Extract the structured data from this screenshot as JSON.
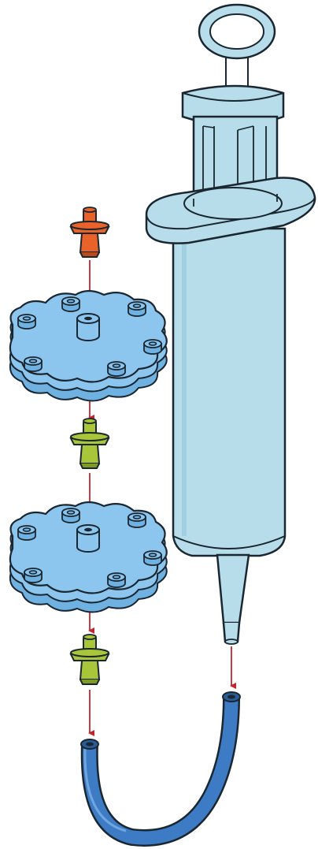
{
  "figure": {
    "kind": "exploded assembly illustration",
    "text_labels": []
  },
  "components": [
    {
      "id": "syringe",
      "icon": "syringe-icon"
    },
    {
      "id": "top-luer-connector",
      "icon": "luer-connector-icon"
    },
    {
      "id": "upper-filter-housing",
      "icon": "filter-housing-icon"
    },
    {
      "id": "middle-luer-connector",
      "icon": "luer-connector-icon"
    },
    {
      "id": "lower-filter-housing",
      "icon": "filter-housing-icon"
    },
    {
      "id": "bottom-luer-connector",
      "icon": "luer-connector-icon"
    },
    {
      "id": "tubing",
      "icon": "tube-icon"
    }
  ],
  "colors": {
    "outline": "#1a2630",
    "syringe_fill": "#b7dcea",
    "syringe_shade": "#9fcfe0",
    "housing_fill": "#8cc5ee",
    "housing_shade": "#6fb2e2",
    "connector_orange": "#e8622a",
    "connector_orange_shade": "#b94a1c",
    "connector_green": "#a9c63a",
    "connector_green_shade": "#7f9a25",
    "tube_fill": "#3d7cc4",
    "tube_shade": "#2a5c98",
    "arrow": "#c0262d"
  }
}
